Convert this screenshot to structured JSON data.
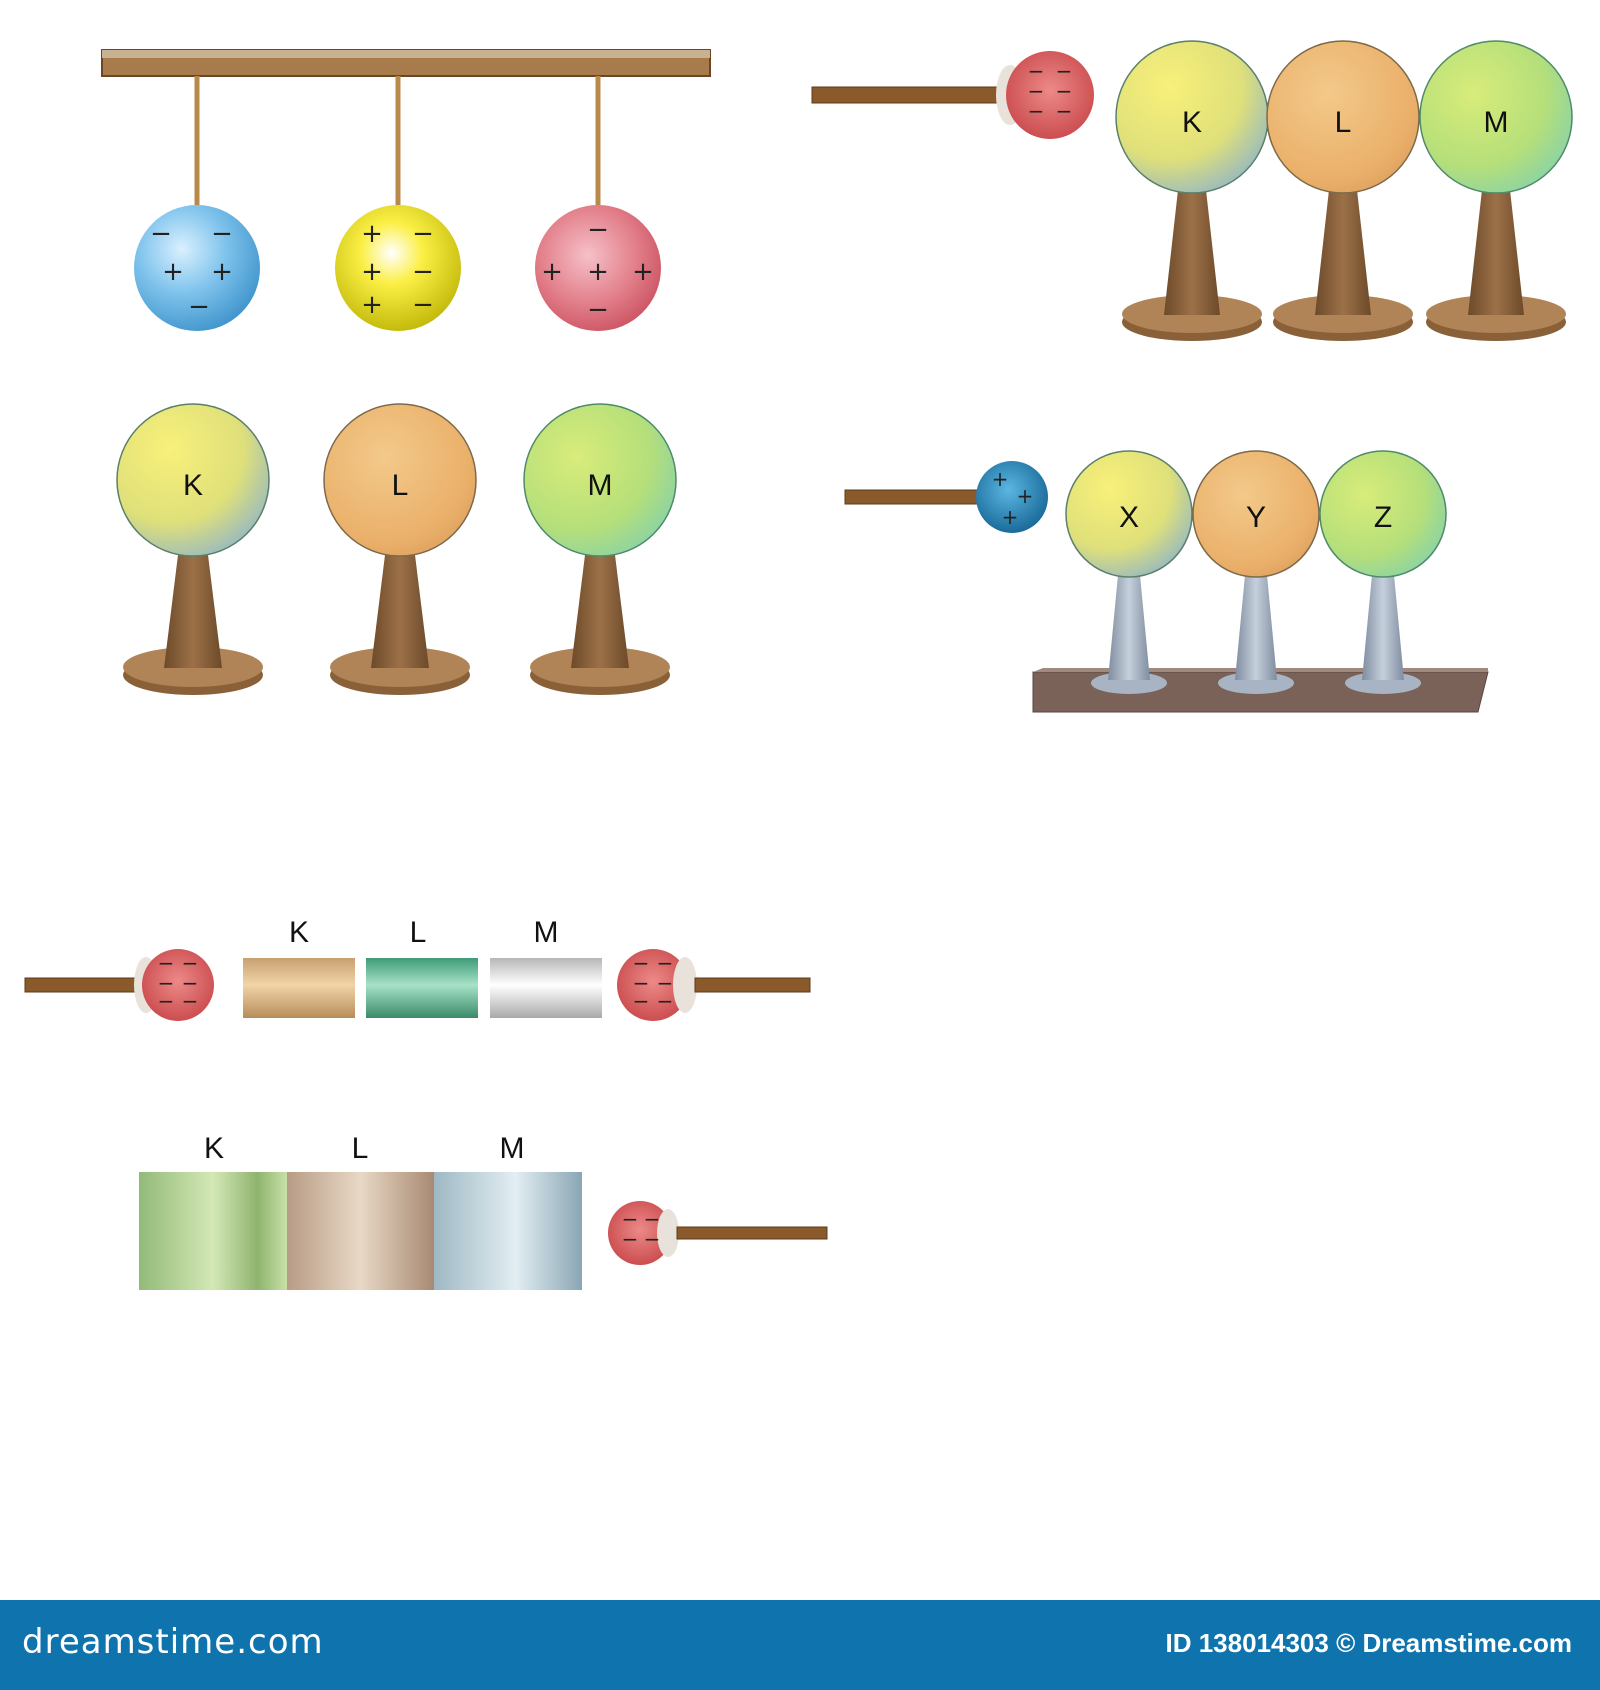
{
  "colors": {
    "footer": "#0f74ad",
    "wood": "#8a5a2b",
    "base": "#a4784e",
    "negative_knob": "#d85c5e",
    "positive_knob": "#1f7fb0"
  },
  "panel_hanging": {
    "spheres": [
      {
        "name": "blue-sphere",
        "color": "#5aaee0",
        "charges": [
          "−",
          "−",
          "+",
          "+",
          "−"
        ]
      },
      {
        "name": "yellow-sphere",
        "color": "#f2e21a",
        "charges": [
          "+",
          "−",
          "+",
          "−",
          "+",
          "−"
        ]
      },
      {
        "name": "pink-sphere",
        "color": "#e0707c",
        "charges": [
          "−",
          "+",
          "+",
          "+",
          "−"
        ]
      }
    ]
  },
  "panel_stands": {
    "labels": [
      "K",
      "L",
      "M"
    ]
  },
  "panel_rod_klm": {
    "labels": [
      "K",
      "L",
      "M"
    ],
    "rod_charge": "−"
  },
  "panel_rod_xyz": {
    "labels": [
      "X",
      "Y",
      "Z"
    ],
    "rod_charge": "+"
  },
  "panel_bars": {
    "labels": [
      "K",
      "L",
      "M"
    ],
    "left_rod_charge": "−",
    "right_rod_charge": "−"
  },
  "panel_blocks": {
    "labels": [
      "K",
      "L",
      "M"
    ],
    "rod_charge": "−"
  },
  "footer": {
    "left_text": "dreamstime.com",
    "right_text": "ID 138014303 © Dreamstime.com"
  }
}
